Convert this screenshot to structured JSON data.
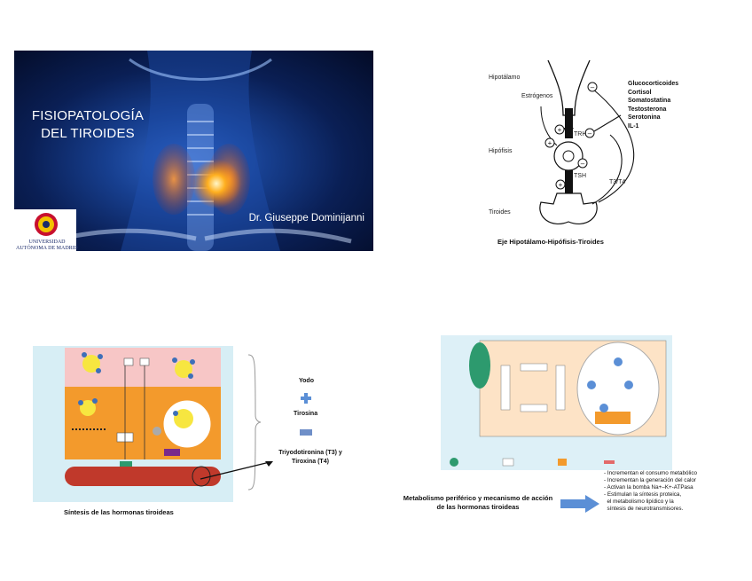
{
  "slide": {
    "title": "FISIOPATOLOGÍA DEL TIROIDES",
    "author": "Dr. Giuseppe Dominijanni",
    "logo_text": "UNIVERSIDAD AUTÓNOMA DE MADRID"
  },
  "axis": {
    "labels": {
      "hypothalamus": "Hipotálamo",
      "pituitary": "Hipófisis",
      "thyroid": "Tiroides",
      "estrogens": "Estrógenos",
      "trh": "TRH",
      "tsh": "TSH",
      "t3t4": "T3/T4"
    },
    "inhibitors": [
      "Glucocorticoides",
      "Cortisol",
      "Somatostatina",
      "Testosterona",
      "Serotonina",
      "IL-1"
    ],
    "caption": "Eje Hipotálamo-Hipófisis-Tiroides"
  },
  "synthesis": {
    "legend": {
      "iodine": "Yodo",
      "tyrosine": "Tirosina",
      "hormones": "Triyodotironina (T3) y Tiroxina (T4)"
    },
    "caption": "Síntesis de las hormonas tiroideas"
  },
  "metabolism": {
    "caption": "Metabolismo periférico y mecanismo de acción de las hormonas tiroideas",
    "effects": "- Incrementan el consumo metabólico\n- Incrementan la generación del calor\n- Activan la bomba Na+–K+-ATPasa\n- Estimulan la síntesis proteica,\n  el metabolismo lipídico y la\n  síntesis de neurotransmisores."
  },
  "colors": {
    "slide_bg": "#0a1f55",
    "glow": "#ffb020",
    "cell": "#f39a2c",
    "colloid_bg": "#f7c6c6",
    "vessel": "#c0392b",
    "iodine_cross": "#5b8fd6",
    "tyrosine_bar": "#6f8fc8",
    "arrow": "#5b8fd6",
    "metab_panel": "#fde3c6",
    "metab_green": "#2d9a6e"
  }
}
